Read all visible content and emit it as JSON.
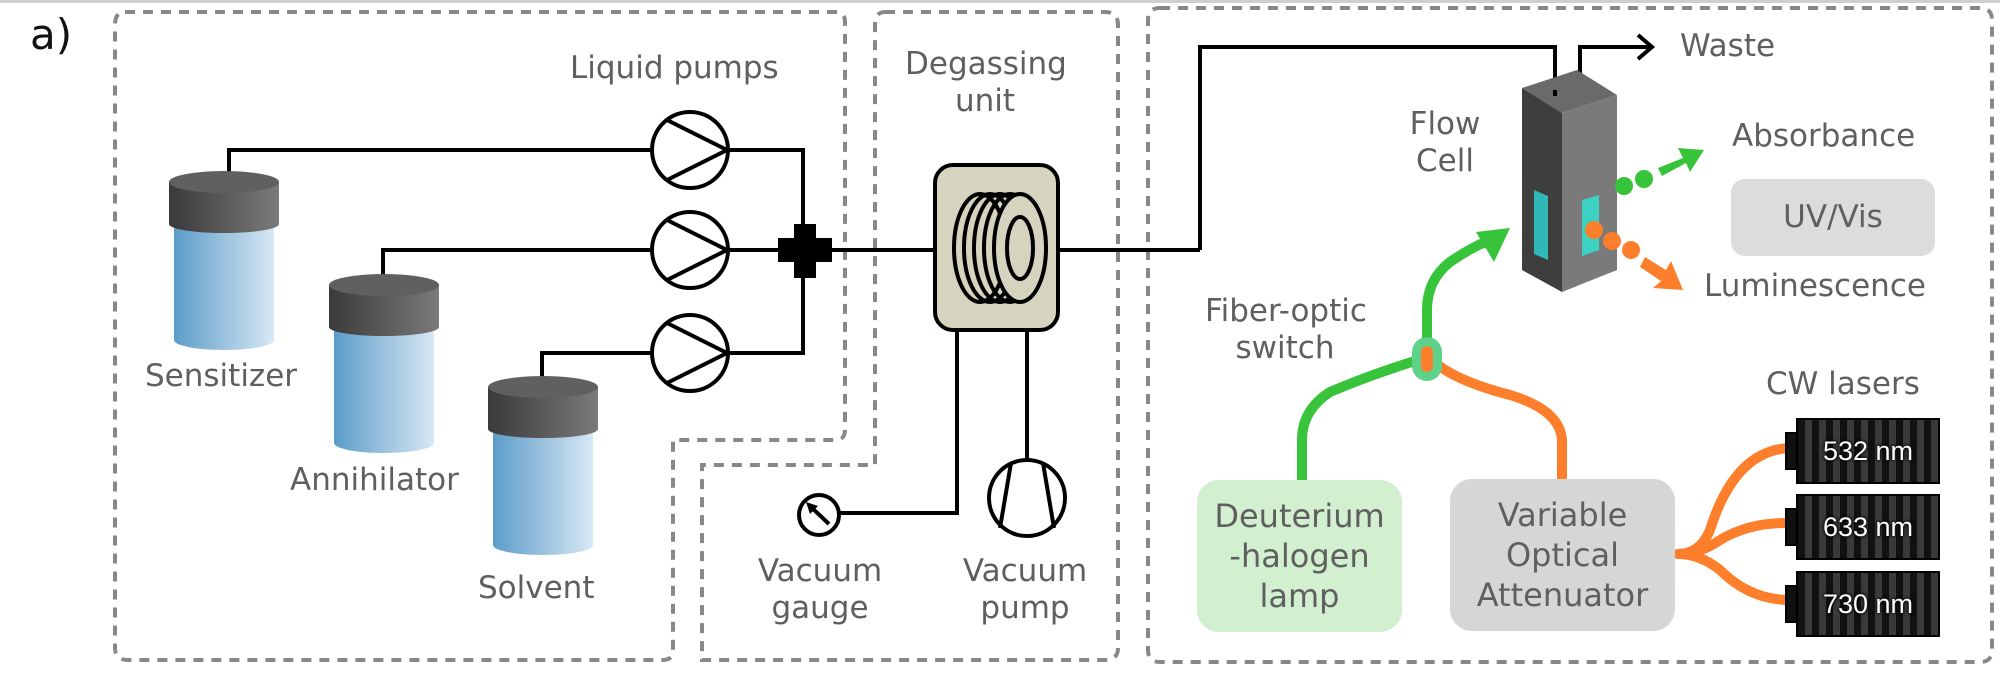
{
  "panel_label": "a)",
  "sections": {
    "reservoirs_and_pumps": {
      "title": "Liquid pumps",
      "reservoirs": [
        {
          "label": "Sensitizer"
        },
        {
          "label": "Annihilator"
        },
        {
          "label": "Solvent"
        }
      ],
      "pump_count": 3
    },
    "degassing": {
      "title_line1": "Degassing",
      "title_line2": "unit",
      "gauge_label_line1": "Vacuum",
      "gauge_label_line2": "gauge",
      "pump_label_line1": "Vacuum",
      "pump_label_line2": "pump"
    },
    "detection": {
      "waste_label": "Waste",
      "flow_cell_line1": "Flow",
      "flow_cell_line2": "Cell",
      "absorbance_label": "Absorbance",
      "luminescence_label": "Luminescence",
      "spectrometer_label": "UV/Vis",
      "fiber_switch_line1": "Fiber-optic",
      "fiber_switch_line2": "switch",
      "lamp_line1": "Deuterium",
      "lamp_line2": "-halogen",
      "lamp_line3": "lamp",
      "attenuator_line1": "Variable",
      "attenuator_line2": "Optical",
      "attenuator_line3": "Attenuator",
      "lasers_title": "CW lasers",
      "lasers": [
        {
          "wavelength": "532 nm"
        },
        {
          "wavelength": "633 nm"
        },
        {
          "wavelength": "730 nm"
        }
      ]
    }
  },
  "colors": {
    "green": "#37c43a",
    "orange": "#fd7f2c",
    "cyan": "#3dd1c4",
    "degasser_fill": "#d6d3bf",
    "lamp_box": "#d2f0d0",
    "gray_box": "#d6d6d6",
    "switch_fill": "#5fd28a",
    "dash": "#888888"
  }
}
